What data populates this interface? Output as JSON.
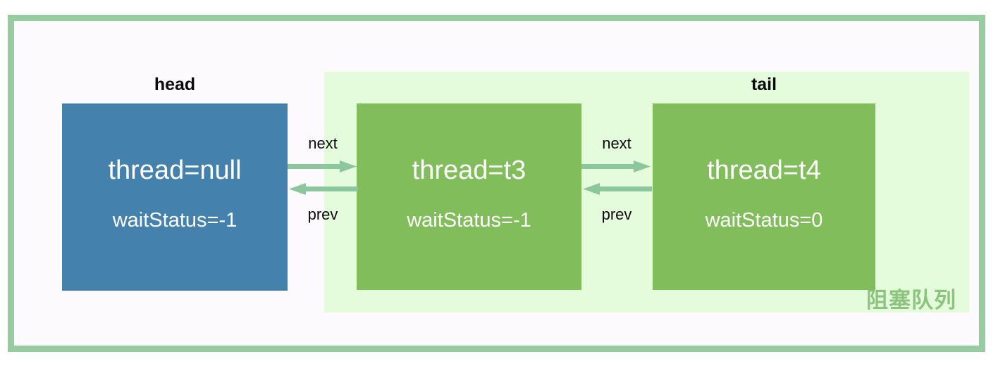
{
  "diagram": {
    "title_region_label": "阻塞队列",
    "captions": {
      "head": "head",
      "tail": "tail"
    },
    "nodes": [
      {
        "id": "head",
        "caption": "head",
        "thread": "thread=null",
        "waitStatus": "waitStatus=-1",
        "color": "#4581ad",
        "in_queue": false
      },
      {
        "id": "t3",
        "caption": "",
        "thread": "thread=t3",
        "waitStatus": "waitStatus=-1",
        "color": "#82bd5c",
        "in_queue": true
      },
      {
        "id": "t4",
        "caption": "tail",
        "thread": "thread=t4",
        "waitStatus": "waitStatus=0",
        "color": "#82bd5c",
        "in_queue": true
      }
    ],
    "links": [
      {
        "id": "head-t3",
        "from": "head",
        "to": "t3",
        "forward_label": "next",
        "backward_label": "prev"
      },
      {
        "id": "t3-t4",
        "from": "t3",
        "to": "t4",
        "forward_label": "next",
        "backward_label": "prev"
      }
    ],
    "colors": {
      "frame_border": "#97cca0",
      "panel_background": "#fcfafd",
      "queue_highlight": "#e5fcdc",
      "queue_label_text": "#8cc47f",
      "head_node": "#4581ad",
      "queue_node": "#82bd5c",
      "arrow": "#8cc69c",
      "node_text": "#ffffff",
      "caption_text": "#0b0b0b"
    }
  }
}
